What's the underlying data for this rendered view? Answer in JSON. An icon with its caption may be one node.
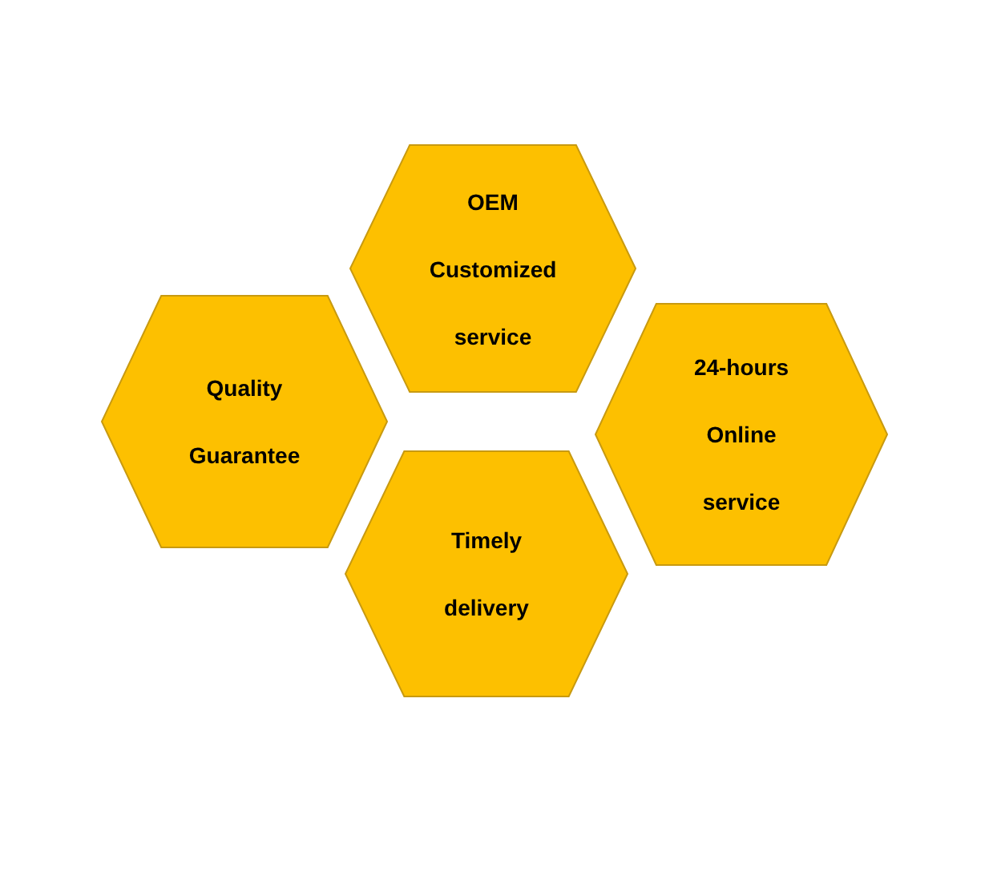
{
  "diagram": {
    "nodes": [
      {
        "text": [
          "OEM Customized service"
        ]
      },
      {
        "text": [
          "Quality Guarantee"
        ]
      },
      {
        "text": [
          "24-hours Online service"
        ]
      },
      {
        "text": [
          "Timely delivery"
        ]
      }
    ]
  }
}
